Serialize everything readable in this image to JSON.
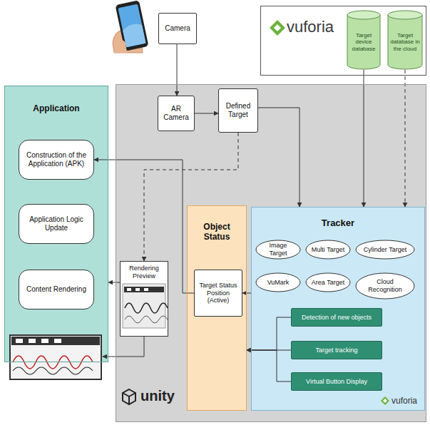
{
  "diagram": {
    "nodes": [
      {
        "text": [
          "Camera"
        ]
      },
      {
        "text": [
          "vuforia"
        ]
      },
      {
        "text": [
          "Target device database"
        ],
        "in": 1
      },
      {
        "text": [
          "Target database in the cloud"
        ],
        "in": 1
      },
      {
        "text": [
          "Application"
        ]
      },
      {
        "text": [
          "Construction of the Application (APK)"
        ],
        "in": 4
      },
      {
        "text": [
          "Application Logic Update"
        ],
        "in": 4
      },
      {
        "text": [
          "Content Rendering"
        ],
        "in": 4
      },
      {
        "text": [
          "unity"
        ]
      },
      {
        "text": [
          "AR Camera"
        ],
        "in": 8
      },
      {
        "text": [
          "Defined Target"
        ],
        "in": 8
      },
      {
        "text": [
          "Rendering Preview"
        ],
        "in": 8
      },
      {
        "text": [
          "Object Status"
        ],
        "in": 8
      },
      {
        "text": [
          "Target Status Position (Active)"
        ],
        "in": 12
      },
      {
        "text": [
          "Tracker",
          "vuforia"
        ],
        "in": 8
      },
      {
        "text": [
          "Image Target"
        ],
        "in": 14
      },
      {
        "text": [
          "Multi Target"
        ],
        "in": 14
      },
      {
        "text": [
          "Cylinder Target"
        ],
        "in": 14
      },
      {
        "text": [
          "VuMark"
        ],
        "in": 14
      },
      {
        "text": [
          "Area Target"
        ],
        "in": 14
      },
      {
        "text": [
          "Cloud Recognition"
        ],
        "in": 14
      },
      {
        "text": [
          "Detection of new objects"
        ],
        "in": 14
      },
      {
        "text": [
          "Target tracking"
        ],
        "in": 14
      },
      {
        "text": [
          "Virtual Button Display"
        ],
        "in": 14
      }
    ],
    "edges": [
      {
        "from": 0,
        "to": 9,
        "arrow": "to"
      },
      {
        "from": 9,
        "to": 10,
        "arrow": "to"
      },
      {
        "from": 10,
        "to": 14,
        "arrow": "to"
      },
      {
        "from": 10,
        "to": 11,
        "arrow": "to"
      },
      {
        "from": 13,
        "to": 5,
        "arrow": "to"
      },
      {
        "from": 2,
        "to": 14,
        "arrow": "to"
      },
      {
        "from": 3,
        "to": 14,
        "arrow": "to"
      },
      {
        "from": 14,
        "to": 13,
        "arrow": "to"
      },
      {
        "from": 21,
        "to": 12,
        "arrow": "to"
      },
      {
        "from": 22,
        "to": 12,
        "arrow": "to"
      },
      {
        "from": 23,
        "to": 12,
        "arrow": "to"
      },
      {
        "from": 11,
        "to": 4,
        "arrow": "to"
      }
    ]
  }
}
